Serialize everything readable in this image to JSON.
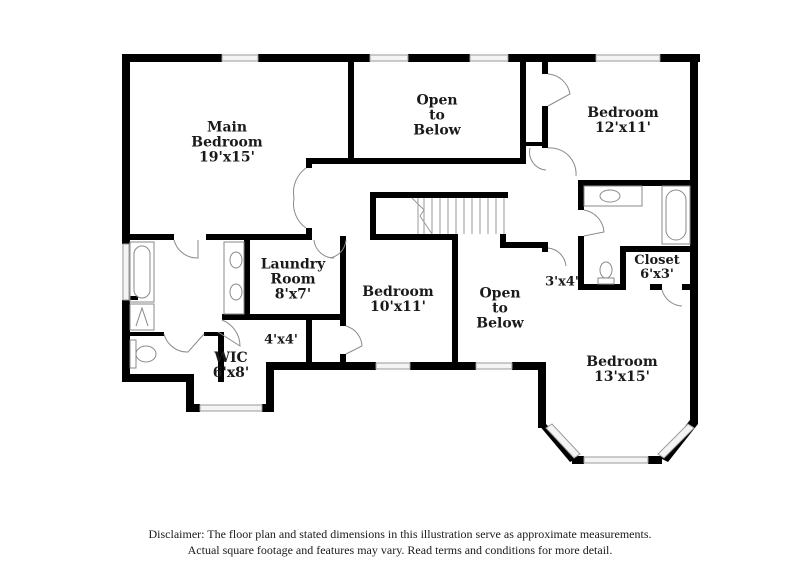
{
  "floor_plan": {
    "rooms": [
      {
        "id": "main-bedroom",
        "name_lines": [
          "Main",
          "Bedroom"
        ],
        "dimensions": "19'x15'"
      },
      {
        "id": "open-to-below-top",
        "name_lines": [
          "Open",
          "to",
          "Below"
        ],
        "dimensions": ""
      },
      {
        "id": "bedroom-top-right",
        "name_lines": [
          "Bedroom"
        ],
        "dimensions": "12'x11'"
      },
      {
        "id": "laundry-room",
        "name_lines": [
          "Laundry",
          "Room"
        ],
        "dimensions": "8'x7'"
      },
      {
        "id": "bedroom-center",
        "name_lines": [
          "Bedroom"
        ],
        "dimensions": "10'x11'"
      },
      {
        "id": "open-to-below-center",
        "name_lines": [
          "Open",
          "to",
          "Below"
        ],
        "dimensions": ""
      },
      {
        "id": "closet",
        "name_lines": [
          "Closet"
        ],
        "dimensions": "6'x3'"
      },
      {
        "id": "bedroom-bottom-right",
        "name_lines": [
          "Bedroom"
        ],
        "dimensions": "13'x15'"
      },
      {
        "id": "wic",
        "name_lines": [
          "WIC"
        ],
        "dimensions": "6'x8'"
      }
    ],
    "small_labels": [
      {
        "id": "closet-4x4",
        "text": "4'x4'"
      },
      {
        "id": "closet-3x4",
        "text": "3'x4'"
      }
    ],
    "colors": {
      "wall": "#000000",
      "fixture": "#8a8a8a",
      "window": "#cfcfcf",
      "background": "#ffffff"
    }
  },
  "disclaimer": {
    "line1": "Disclaimer: The floor plan and stated dimensions in this illustration serve as approximate measurements.",
    "line2": "Actual square footage and features may vary. Read terms and conditions for more detail."
  }
}
